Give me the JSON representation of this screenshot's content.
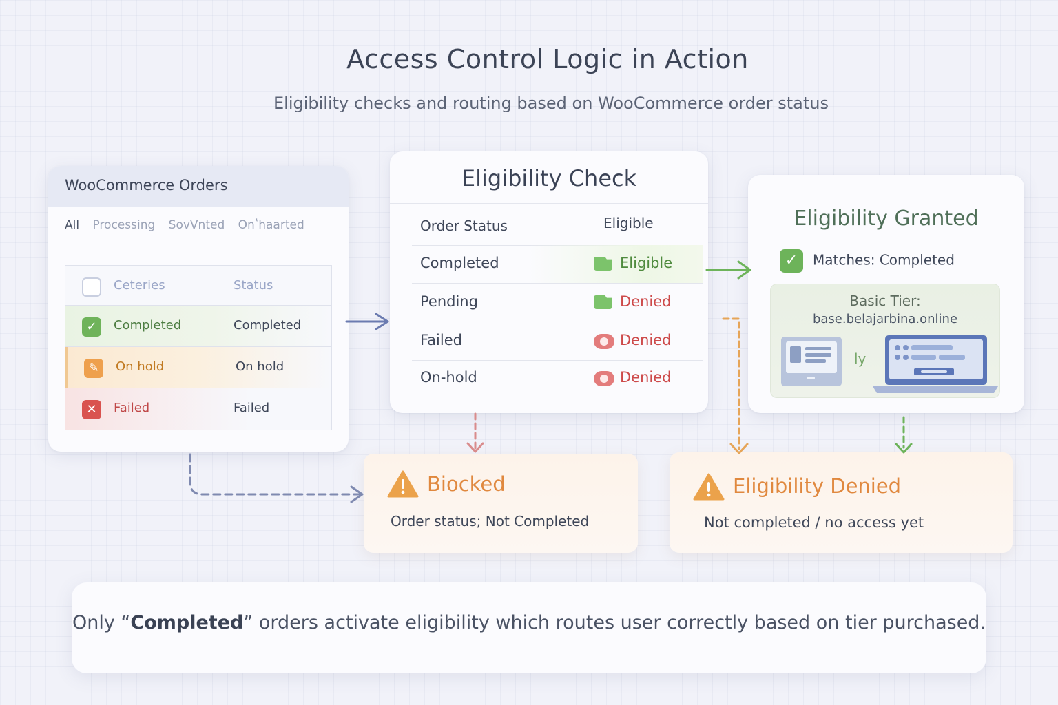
{
  "header": {
    "title": "Access Control Logic in Action",
    "subtitle": "Eligibility checks and routing based on WooCommerce order status"
  },
  "orders": {
    "title": "WooCommerce Orders",
    "filters": [
      "All",
      "Processing",
      "SovVnted",
      "Onʽhaarted"
    ],
    "columns": [
      "Ceteries",
      "Status"
    ],
    "rows": [
      {
        "label": "Completed",
        "status": "Completed",
        "icon": "check-icon"
      },
      {
        "label": "On hold",
        "status": "On hold",
        "icon": "pencil-icon"
      },
      {
        "label": "Failed",
        "status": "Failed",
        "icon": "x-icon"
      }
    ]
  },
  "check": {
    "title": "Eligibility Check",
    "columns": [
      "Order Status",
      "Eligible"
    ],
    "rows": [
      {
        "status": "Completed",
        "result": "Eligible"
      },
      {
        "status": "Pending",
        "result": "Denied"
      },
      {
        "status": "Failed",
        "result": "Denied"
      },
      {
        "status": "On-hold",
        "result": "Denied"
      }
    ]
  },
  "granted": {
    "title": "Eligibility Granted",
    "match": "Matches: Completed",
    "tier_title": "Basic Tier:",
    "tier_url": "base.belajarbina.online",
    "tier_glyph": "ly"
  },
  "blocked": {
    "title": "Biocked",
    "subtitle": "Order status; Not Completed"
  },
  "denied": {
    "title": "Eligibility Denied",
    "subtitle": "Not completed / no access yet"
  },
  "footer": {
    "part1": "Only “",
    "bold": "Completed",
    "part2": "” orders activate eligibility which routes user correctly based on tier purchased."
  },
  "colors": {
    "green": "#6db35a",
    "orange": "#e0883e",
    "red": "#d9534f",
    "blue_arrow": "#6b7bb0"
  }
}
